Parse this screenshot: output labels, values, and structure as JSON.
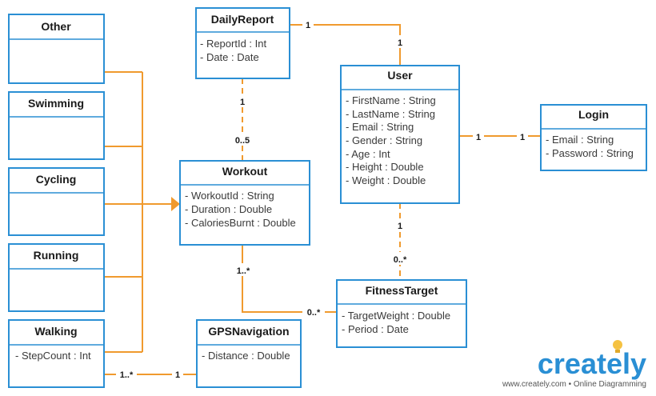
{
  "colors": {
    "class_border": "#2a8fd4",
    "connector": "#f09a2e",
    "brand_text": "#2a8fd4",
    "bulb": "#f5c242"
  },
  "classes": {
    "other": {
      "title": "Other",
      "attributes": []
    },
    "swimming": {
      "title": "Swimming",
      "attributes": []
    },
    "cycling": {
      "title": "Cycling",
      "attributes": []
    },
    "running": {
      "title": "Running",
      "attributes": []
    },
    "walking": {
      "title": "Walking",
      "attributes": [
        "- StepCount : Int"
      ]
    },
    "dailyreport": {
      "title": "DailyReport",
      "attributes": [
        "- ReportId : Int",
        "- Date : Date"
      ]
    },
    "workout": {
      "title": "Workout",
      "attributes": [
        "- WorkoutId : String",
        "- Duration : Double",
        "- CaloriesBurnt : Double"
      ]
    },
    "gpsnavigation": {
      "title": "GPSNavigation",
      "attributes": [
        "- Distance : Double"
      ]
    },
    "user": {
      "title": "User",
      "attributes": [
        "- FirstName : String",
        "- LastName : String",
        "- Email : String",
        "- Gender : String",
        "- Age : Int",
        "- Height : Double",
        "- Weight : Double"
      ]
    },
    "login": {
      "title": "Login",
      "attributes": [
        "- Email : String",
        "- Password : String"
      ]
    },
    "fitnesstarget": {
      "title": "FitnessTarget",
      "attributes": [
        "- TargetWeight : Double",
        "- Period : Date"
      ]
    }
  },
  "multiplicities": {
    "dailyreport_user_a": "1",
    "dailyreport_user_b": "1",
    "dailyreport_workout_a": "1",
    "dailyreport_workout_b": "0..5",
    "user_login_a": "1",
    "user_login_b": "1",
    "user_fitnesstarget_a": "1",
    "user_fitnesstarget_b": "0..*",
    "workout_fitnesstarget_a": "1..*",
    "workout_fitnesstarget_b": "0..*",
    "walking_gps_a": "1..*",
    "walking_gps_b": "1"
  },
  "branding": {
    "logo_text": "creately",
    "tagline": "www.creately.com • Online Diagramming",
    "bulb_icon": "lightbulb-icon"
  }
}
